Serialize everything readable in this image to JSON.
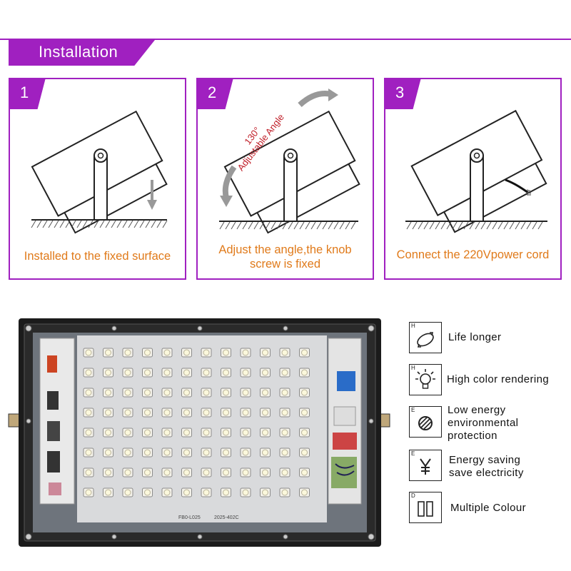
{
  "header": {
    "title": "Installation"
  },
  "steps": [
    {
      "number": "1",
      "caption": "Installed to the fixed surface"
    },
    {
      "number": "2",
      "caption_line1": "Adjust the angle,the knob",
      "caption_line2": "screw is fixed",
      "angle_label": "130°",
      "angle_sub": "Adjustable Angle"
    },
    {
      "number": "3",
      "caption": "Connect the 220Vpower cord"
    }
  ],
  "product": {
    "pcb_label_left": "FB0-L025",
    "pcb_label_right": "2025-402C"
  },
  "features": [
    {
      "letter": "H",
      "icon": "rotate-cycle-icon",
      "lines": [
        "Life longer"
      ]
    },
    {
      "letter": "H",
      "icon": "light-bulb-icon",
      "lines": [
        "High color rendering"
      ]
    },
    {
      "letter": "E",
      "icon": "no-energy-icon",
      "lines": [
        "Low energy",
        "environmental",
        "protection"
      ]
    },
    {
      "letter": "E",
      "icon": "yen-icon",
      "lines": [
        "Energy saving",
        "save electricity"
      ]
    },
    {
      "letter": "D",
      "icon": "dual-rectangles-icon",
      "lines": [
        "Multiple Colour"
      ]
    }
  ],
  "colors": {
    "accent": "#a020c0",
    "caption": "#e07a1a"
  }
}
